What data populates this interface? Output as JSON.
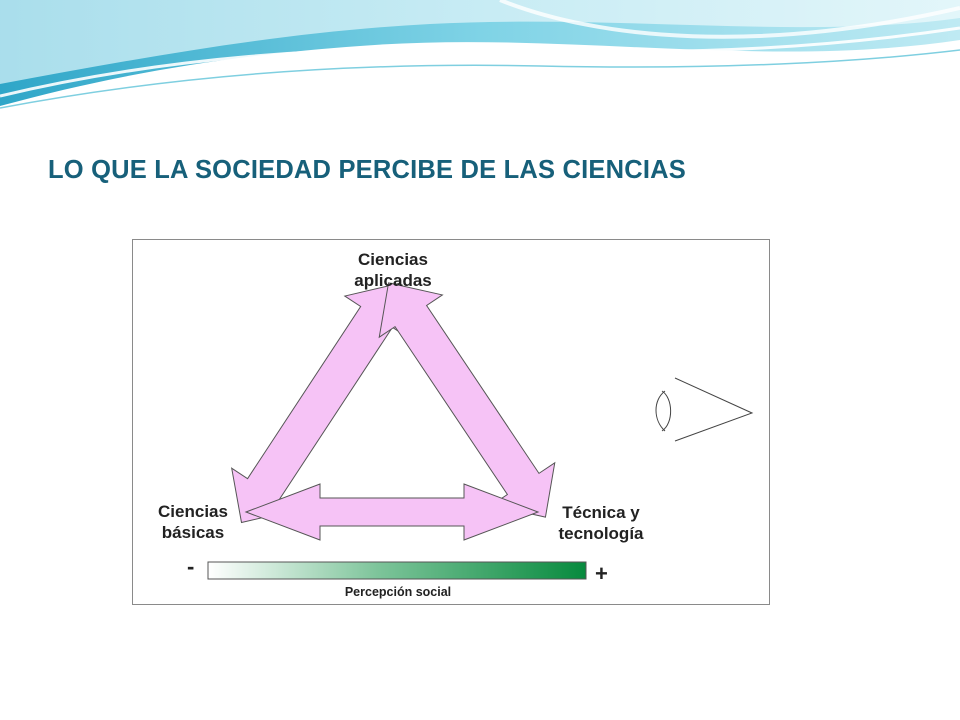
{
  "slide": {
    "title": "LO QUE LA SOCIEDAD PERCIBE DE LAS CIENCIAS"
  },
  "diagram": {
    "nodes": {
      "top": {
        "line1": "Ciencias",
        "line2": "aplicadas"
      },
      "left": {
        "line1": "Ciencias",
        "line2": "básicas"
      },
      "right": {
        "line1": "Técnica y",
        "line2": "tecnología"
      }
    },
    "scale": {
      "minus": "-",
      "plus": "+",
      "caption": "Percepción social"
    },
    "icons": [
      "eye-icon"
    ],
    "colors": {
      "arrow_fill": "#f6c3f6",
      "arrow_stroke": "#555555",
      "title": "#17607a",
      "gradient_start": "#ffffff",
      "gradient_end": "#078a3e"
    }
  }
}
